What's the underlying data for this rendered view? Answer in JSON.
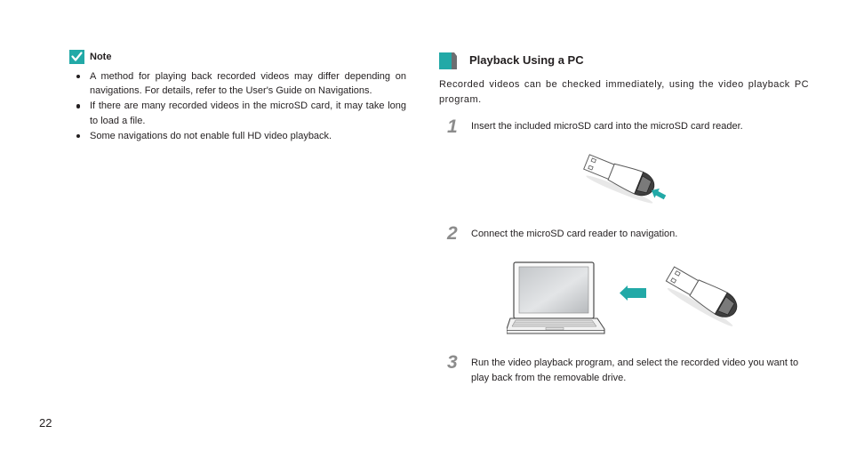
{
  "colors": {
    "accent": "#22a9a7",
    "text": "#231f20",
    "step_number": "#8c8c8c"
  },
  "note": {
    "icon": "check-icon",
    "title": "Note",
    "bullets": [
      "A method for playing back recorded videos may differ depending on navigations. For details, refer to the User's Guide on Navigations.",
      "If there are many recorded videos in the microSD card, it may take long to load a file.",
      "Some navigations do not enable full HD video playback."
    ]
  },
  "section": {
    "icon": "section-marker-icon",
    "title": "Playback Using a PC",
    "intro": "Recorded videos can be checked immediately, using the video playback PC program.",
    "steps": [
      {
        "number": "1",
        "text": "Insert the included microSD card into the microSD card reader.",
        "illustration_icons": [
          "microsd-card-reader-icon",
          "insert-arrow-icon"
        ]
      },
      {
        "number": "2",
        "text": "Connect the microSD card reader to navigation.",
        "illustration_icons": [
          "laptop-icon",
          "connect-arrow-icon",
          "microsd-card-reader-icon"
        ]
      },
      {
        "number": "3",
        "text": "Run the video playback program, and select the recorded video you want to play back from the removable drive."
      }
    ]
  },
  "page_number": "22"
}
